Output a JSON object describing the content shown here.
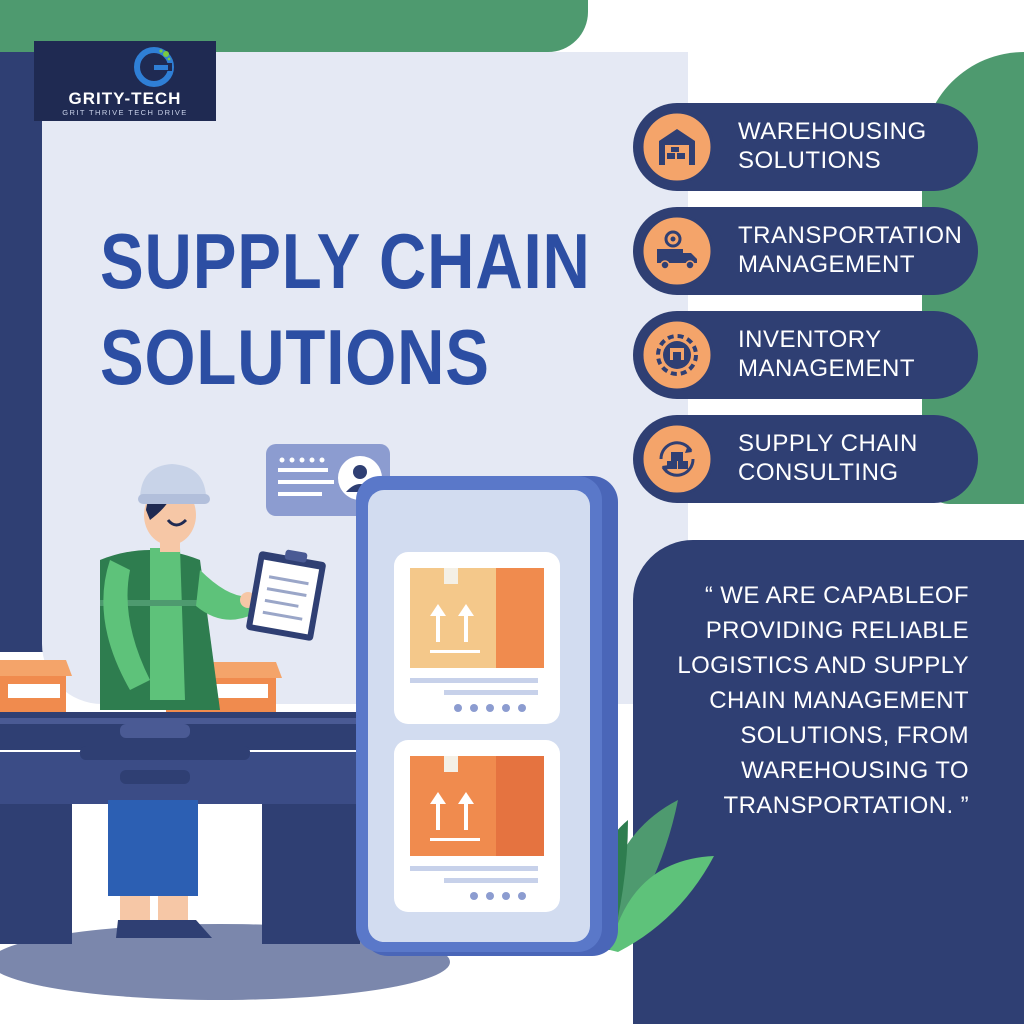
{
  "brand": {
    "name": "GRITY-TECH",
    "tagline": "GRIT THRIVE TECH DRIVE",
    "logo_icon": "g-globe-logo-icon"
  },
  "headline": {
    "line1": "SUPPLY CHAIN",
    "line2": "SOLUTIONS"
  },
  "services": [
    {
      "line1": "WAREHOUSING",
      "line2": "SOLUTIONS",
      "icon": "warehouse-icon"
    },
    {
      "line1": "TRANSPORTATION",
      "line2": "MANAGEMENT",
      "icon": "truck-gear-icon"
    },
    {
      "line1": "INVENTORY",
      "line2": "MANAGEMENT",
      "icon": "inventory-gear-icon"
    },
    {
      "line1": "SUPPLY CHAIN",
      "line2": "CONSULTING",
      "icon": "cycle-boxes-icon"
    }
  ],
  "quote": {
    "text": "“ WE ARE CAPABLEOF PROVIDING RELIABLE LOGISTICS AND SUPPLY CHAIN MANAGEMENT SOLUTIONS, FROM WAREHOUSING TO TRANSPORTATION. ”"
  },
  "colors": {
    "navy": "#2f3f73",
    "green": "#4e9a6f",
    "headline_blue": "#2c4ea3",
    "panel": "#e5e9f4",
    "orange": "#f4a46a"
  }
}
